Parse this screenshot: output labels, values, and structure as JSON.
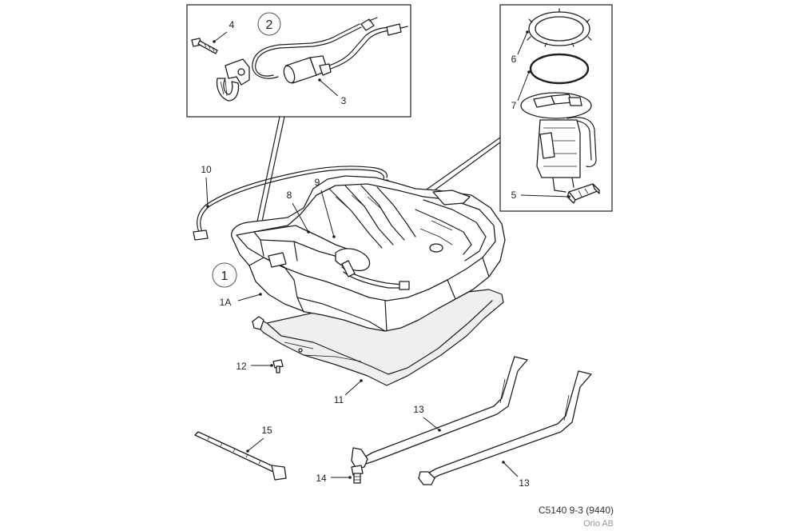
{
  "diagram": {
    "labels": {
      "p1": "1",
      "p1a": "1A",
      "p2": "2",
      "p3": "3",
      "p4": "4",
      "p5": "5",
      "p6": "6",
      "p7": "7",
      "p8": "8",
      "p9": "9",
      "p10": "10",
      "p11": "11",
      "p12": "12",
      "p13a": "13",
      "p13b": "13",
      "p14": "14",
      "p15": "15"
    },
    "reference": "C5140 9-3 (9440)",
    "publisher": "Orio AB"
  },
  "colors": {
    "ink": "#1e1e1e",
    "shade": "#efefef",
    "background": "#ffffff"
  }
}
